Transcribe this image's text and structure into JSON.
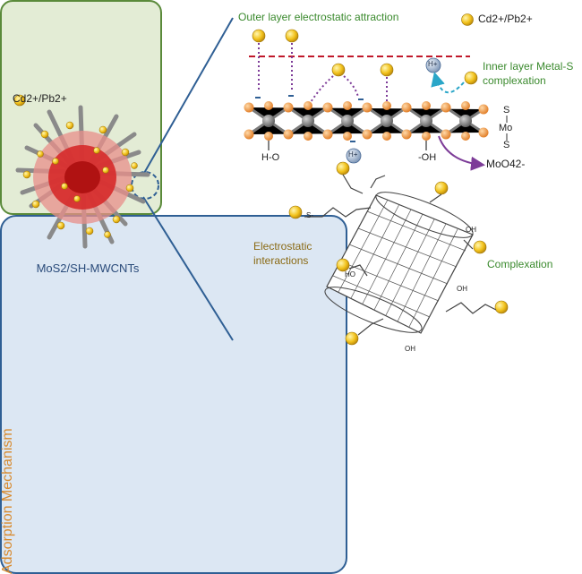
{
  "legend": {
    "ion_left": "Cd2+/Pb2+",
    "ion_right": "Cd2+/Pb2+"
  },
  "left_panel": {
    "label": "MoS2/SH-MWCNTs"
  },
  "vertical_title": "Adsorption Mechanism",
  "top_section": {
    "outer_layer": "Outer layer electrostatic attraction",
    "inner_layer_1": "Inner layer Metal-S",
    "inner_layer_2": "complexation",
    "mos2_s_top": "S",
    "mos2_mo": "Mo",
    "mos2_s_bottom": "S",
    "oh_left": "H-O",
    "oh_right": "-OH",
    "h_plus": "H+",
    "moo4": "MoO42-"
  },
  "bottom_section": {
    "electrostatic_1": "Electrostatic",
    "electrostatic_2": "interactions",
    "complexation": "Complexation",
    "oh_labels": [
      "OH",
      "HO",
      "OH",
      "OH"
    ],
    "s_minus": "S-"
  },
  "colors": {
    "left_border": "#5a8a3a",
    "right_border": "#2f5f94",
    "ion_gold": "#f2c21b",
    "dashed_red": "#c0182a",
    "dotted_purple": "#7d3c98",
    "cyan_arrow": "#2aa6c8",
    "title_orange": "#d88a2e"
  },
  "icons": [
    "metal-ion-icon",
    "proton-icon",
    "nanotube-icon",
    "mos2-lattice-icon"
  ]
}
